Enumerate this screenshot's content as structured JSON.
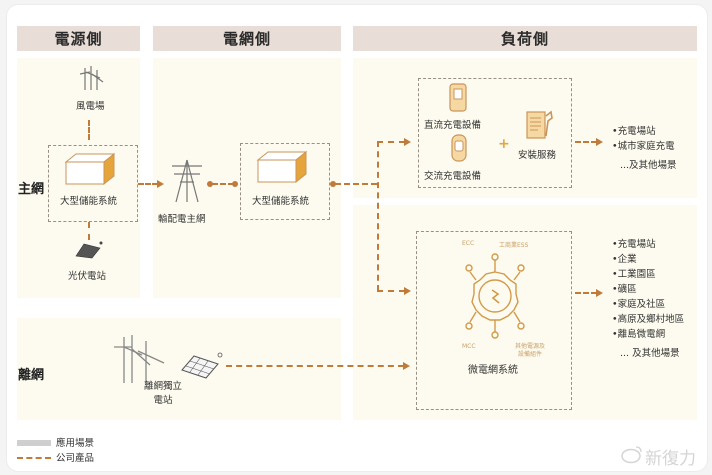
{
  "headers": {
    "source_side": "電源側",
    "grid_side": "電網側",
    "load_side": "負荷側"
  },
  "rows": {
    "main_grid": "主網",
    "off_grid": "離網"
  },
  "source": {
    "wind_farm": "風電場",
    "storage_system": "大型儲能系統",
    "pv_station": "光伏電站"
  },
  "grid": {
    "transmission_main_grid": "輸配電主網",
    "storage_system": "大型儲能系統"
  },
  "charging_box": {
    "dc_charger": "直流充電設備",
    "ac_charger": "交流充電設備",
    "plus": "+",
    "install_service": "安裝服務"
  },
  "charging_scenarios": {
    "items": [
      "•充電場站",
      "•城市家庭充電"
    ],
    "more": "...及其他場景"
  },
  "microgrid": {
    "label_ecc": "ECC",
    "label_ess": "工商業ESS",
    "label_mcc": "MCC",
    "label_other": "其他電源及",
    "label_other2": "設備組件",
    "title": "微電網系統"
  },
  "microgrid_scenarios": {
    "items": [
      "•充電場站",
      "•企業",
      "•工業園區",
      "•礦區",
      "•家庭及社區",
      "•高原及鄉村地區",
      "•離島微電網"
    ],
    "more": "... 及其他場景"
  },
  "offgrid": {
    "station_line1": "離網獨立",
    "station_line2": "電站"
  },
  "legend": {
    "scenario": "應用場景",
    "product": "公司產品"
  },
  "watermark": "新復力",
  "colors": {
    "accent": "#c07a3a",
    "header_bg": "#e8ddd7",
    "panel_bg": "#fdfbef",
    "icon_orange": "#e5a53a"
  }
}
